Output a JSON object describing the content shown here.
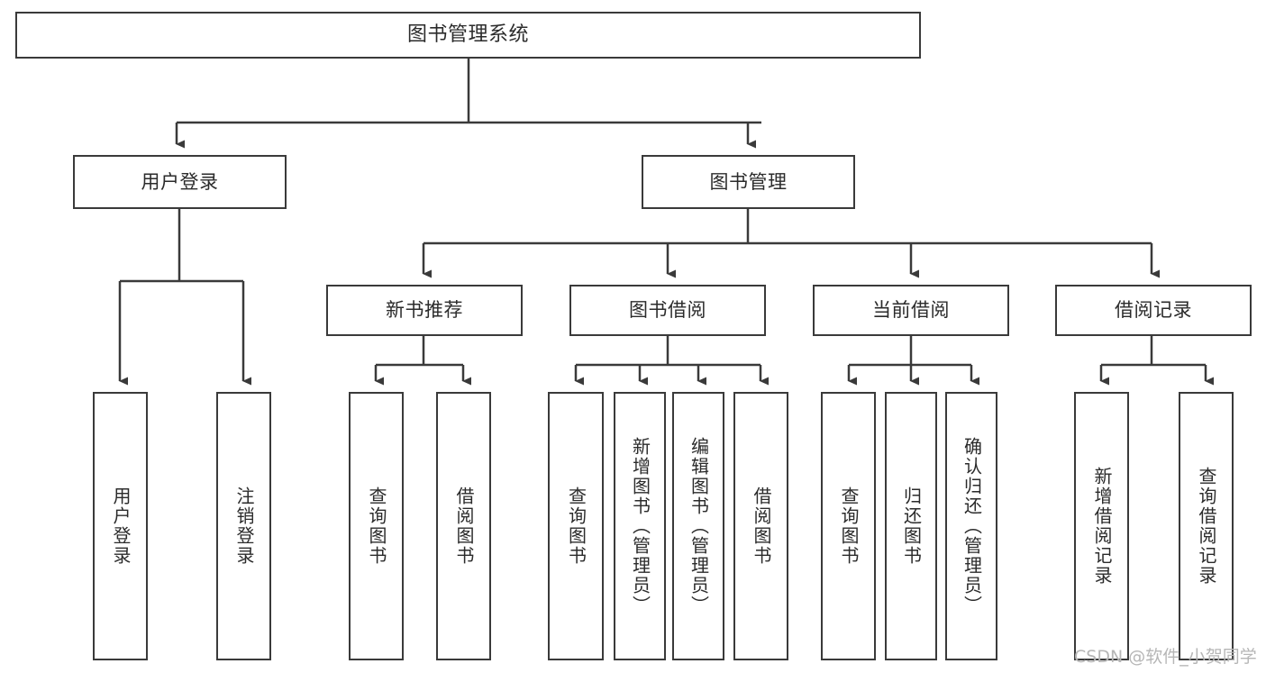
{
  "diagram": {
    "title": "图书管理系统",
    "type": "hierarchy-tree",
    "levels": 4,
    "line_color": "#3a3a3a",
    "box_fill": "#ffffff",
    "text_color": "#2b2b2b"
  },
  "root": {
    "label": "图书管理系统"
  },
  "level2": [
    {
      "label": "用户登录"
    },
    {
      "label": "图书管理"
    }
  ],
  "level3": [
    {
      "label": "新书推荐"
    },
    {
      "label": "图书借阅"
    },
    {
      "label": "当前借阅"
    },
    {
      "label": "借阅记录"
    }
  ],
  "leaves": {
    "user_login": [
      {
        "label": "用户登录"
      },
      {
        "label": "注销登录"
      }
    ],
    "new_book": [
      {
        "label": "查询图书"
      },
      {
        "label": "借阅图书"
      }
    ],
    "book_borrow": [
      {
        "label": "查询图书"
      },
      {
        "label": "新增图书（管理员）"
      },
      {
        "label": "编辑图书（管理员）"
      },
      {
        "label": "借阅图书"
      }
    ],
    "current_borrow": [
      {
        "label": "查询图书"
      },
      {
        "label": "归还图书"
      },
      {
        "label": "确认归还（管理员）"
      }
    ],
    "borrow_record": [
      {
        "label": "新增借阅记录"
      },
      {
        "label": "查询借阅记录"
      }
    ]
  },
  "watermark": {
    "text": "CSDN @软件_小贺同学",
    "color": "#b6b6b6"
  }
}
